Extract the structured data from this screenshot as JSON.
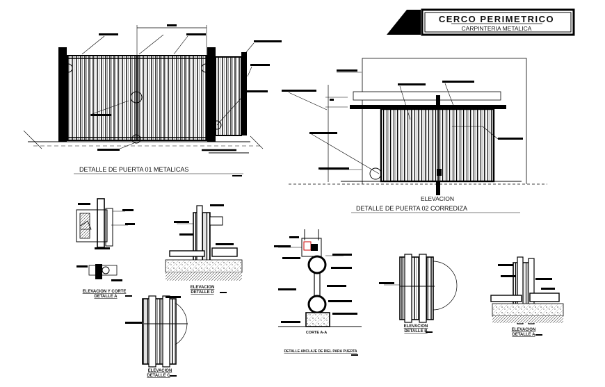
{
  "title_block": {
    "title": "CERCO PERIMETRICO",
    "subtitle": "CARPINTERIA METALICA"
  },
  "gate1": {
    "caption": "DETALLE DE PUERTA 01 METALICAS"
  },
  "gate2": {
    "view_label": "ELEVACION",
    "caption": "DETALLE DE PUERTA 02 CORREDIZA"
  },
  "details": {
    "d1_line1": "ELEVACION Y CORTE",
    "d1_line2": "DETALLE  A",
    "d2_line1": "ELEVACION",
    "d2_line2": "DETALLE  D",
    "d3_line1": "ELEVACION",
    "d3_line2": "DETALLE  C",
    "d4_label": "CORTE A-A",
    "d4_caption": "DETALLE ANCLAJE DE RIEL PARA PUERTA",
    "d5_line1": "ELEVACION",
    "d5_line2": "DETALLE  B",
    "d6_line1": "ELEVACION",
    "d6_line2": "DETALLE  A"
  }
}
